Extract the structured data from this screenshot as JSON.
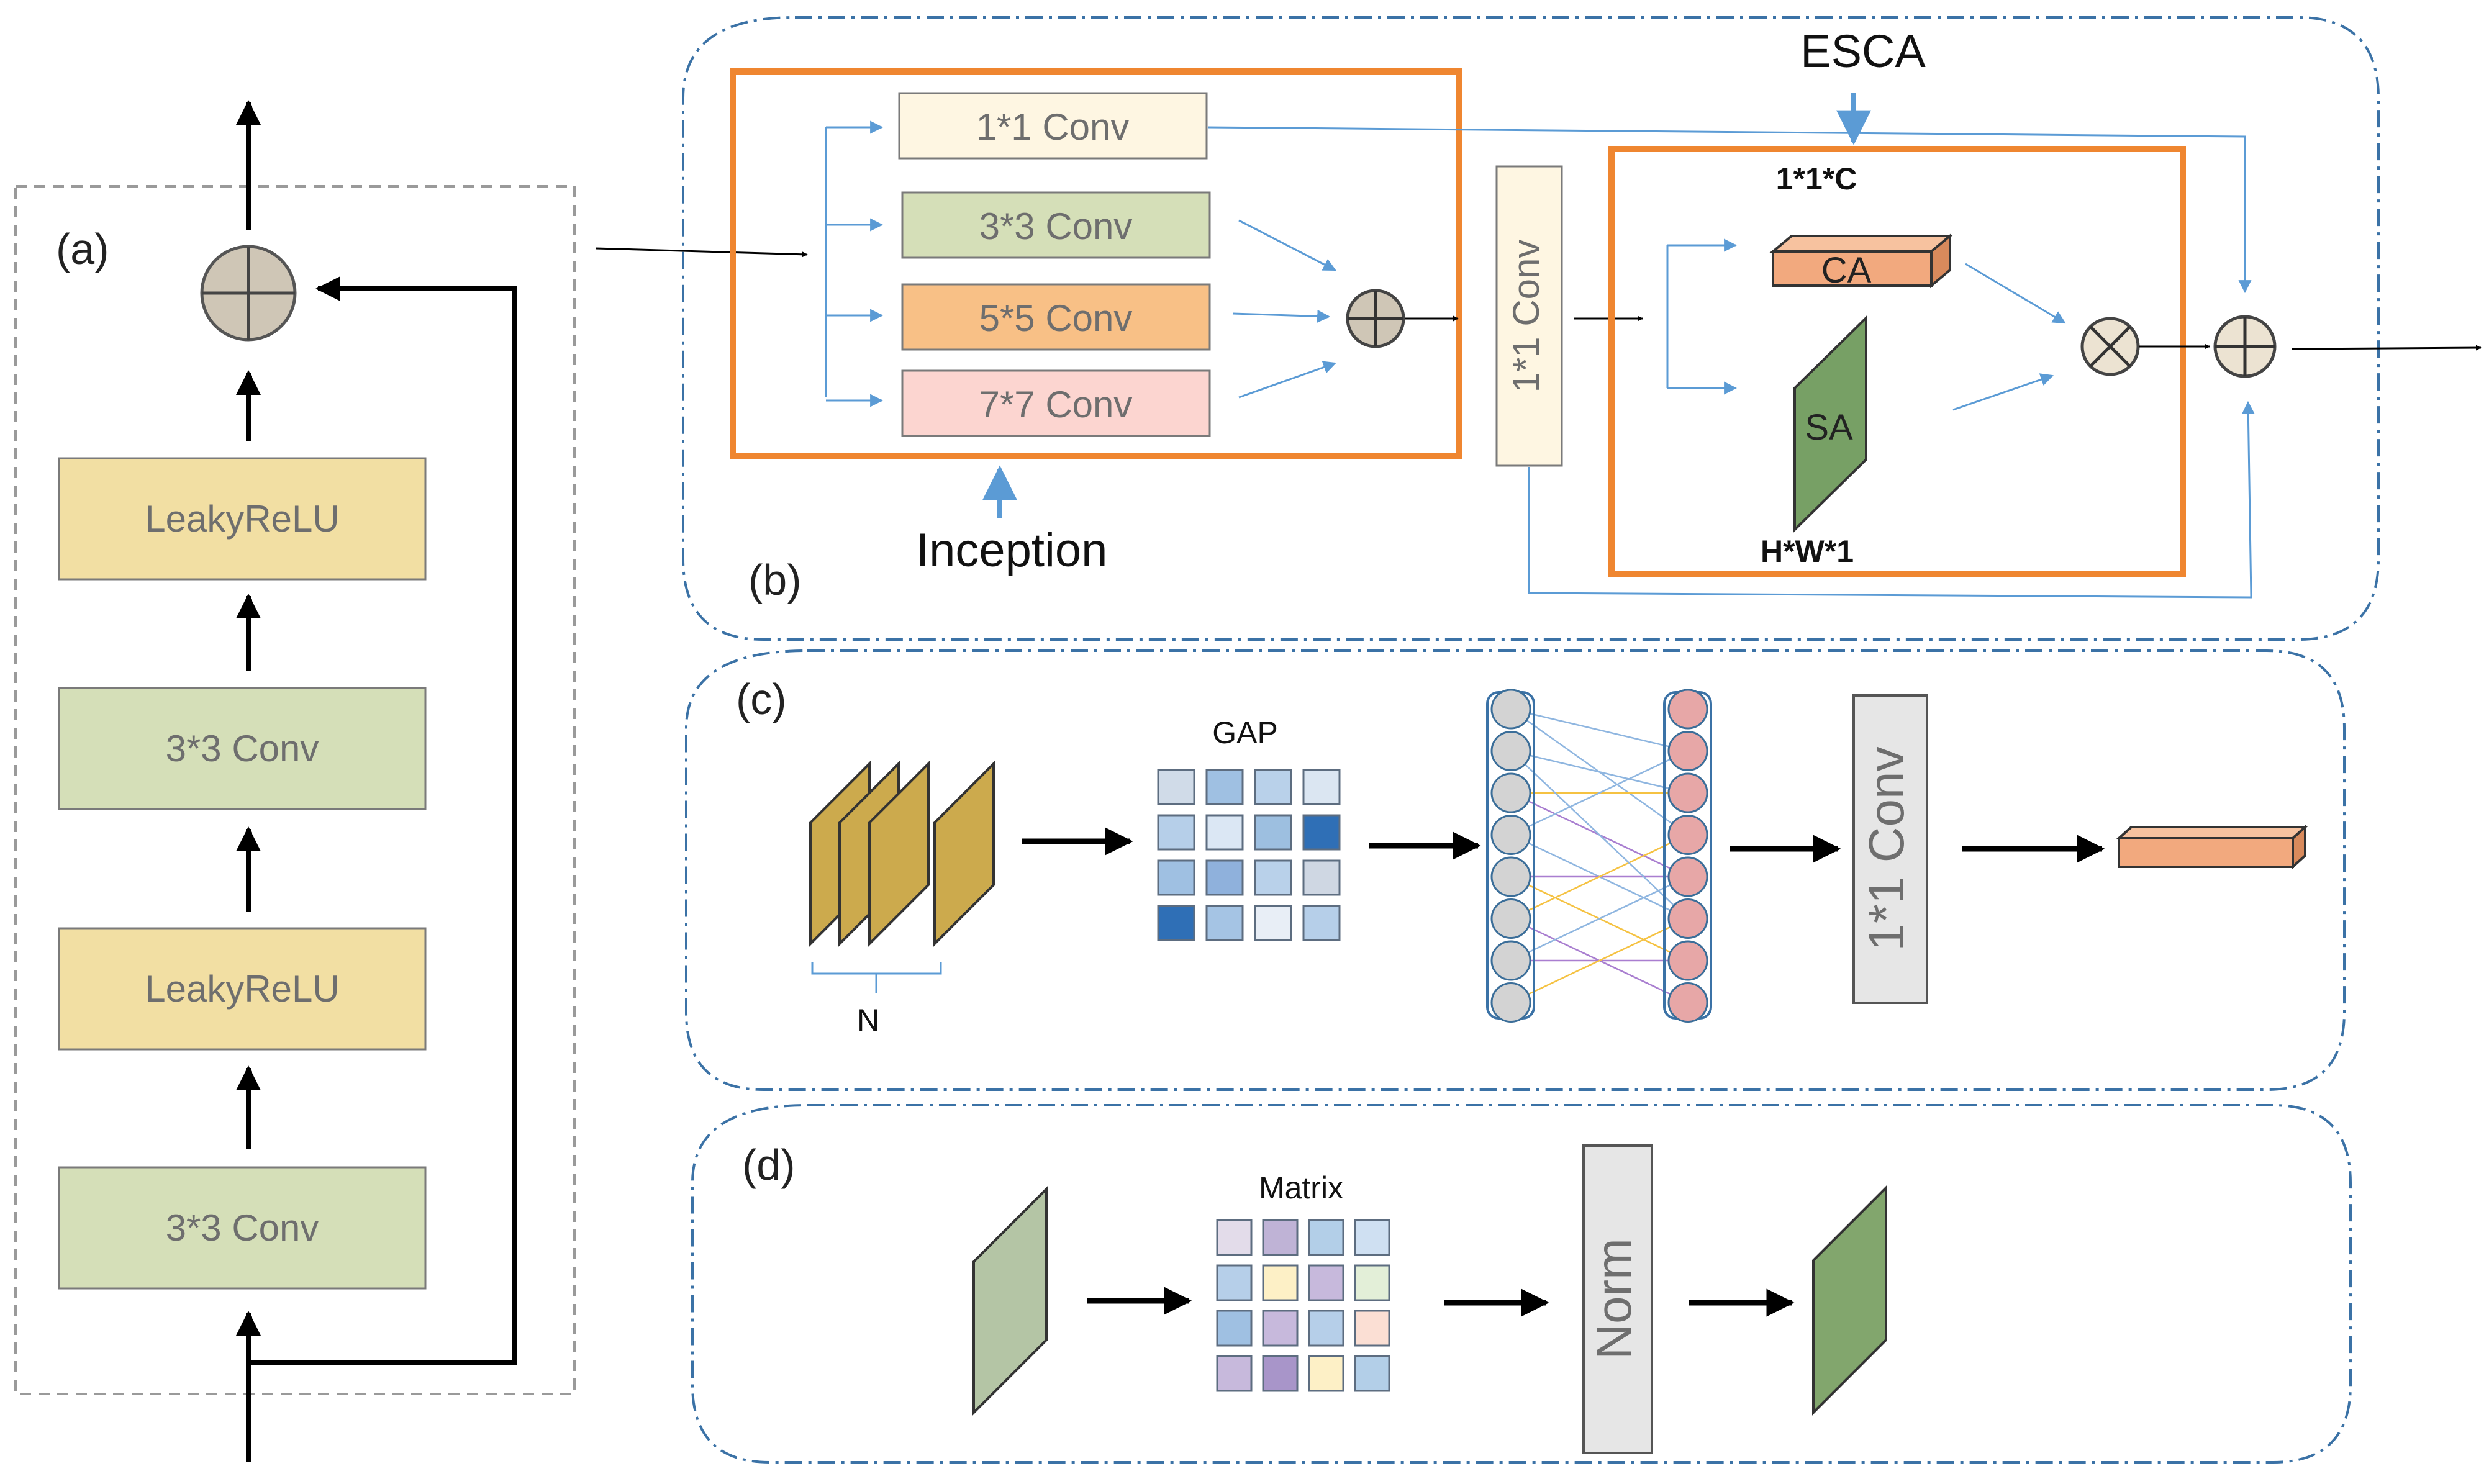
{
  "panel_a": {
    "label": "(a)",
    "blocks": [
      "LeakyReLU",
      "3*3 Conv",
      "LeakyReLU",
      "3*3 Conv"
    ]
  },
  "panel_b": {
    "label": "(b)",
    "inception": {
      "title": "Inception",
      "branches": [
        "1*1 Conv",
        "3*3 Conv",
        "5*5 Conv",
        "7*7 Conv"
      ]
    },
    "fusion_conv": "1*1 Conv",
    "esca": {
      "title": "ESCA",
      "ca_label": "CA",
      "ca_shape": "1*1*C",
      "sa_label": "SA",
      "sa_shape": "H*W*1"
    }
  },
  "panel_c": {
    "label": "(c)",
    "n_label": "N",
    "gap_label": "GAP",
    "conv_label": "1*1 Conv"
  },
  "panel_d": {
    "label": "(d)",
    "matrix_label": "Matrix",
    "norm_label": "Norm"
  },
  "colors": {
    "conv_green": "#d5dfb8",
    "relu_yellow": "#f2dfa3",
    "conv1_cream": "#fef6e2",
    "conv5_orange": "#f8c086",
    "conv7_pink": "#fcd5d0",
    "inception_border": "#ef8630",
    "dash_blue": "#3b72a6",
    "arrow_blue": "#5b9bd5",
    "ca_orange": "#f2a97e",
    "sa_green": "#77a065",
    "feature_gold": "#ccaa4d",
    "neuron_gray": "#d3d3d3",
    "neuron_pink": "#e7a7a7",
    "norm_gray": "#e6e6e6",
    "d_input_green": "#b4c5a5",
    "d_output_green": "#82a66d"
  },
  "icons": [
    "add-icon",
    "multiply-icon",
    "arrow-icon"
  ]
}
